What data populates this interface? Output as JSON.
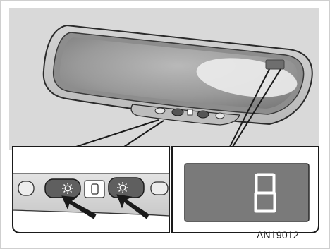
{
  "figure": {
    "code": "AN19012",
    "display_digit_icon": "seven-segment-digit-8",
    "mirror_icon": "auto-dimming-rear-view-mirror",
    "button_icons": [
      "brightness-decrease-icon",
      "indicator-light-icon",
      "brightness-increase-icon"
    ],
    "pointer_icons": [
      "pressing-arrow-left",
      "pressing-arrow-right"
    ]
  }
}
